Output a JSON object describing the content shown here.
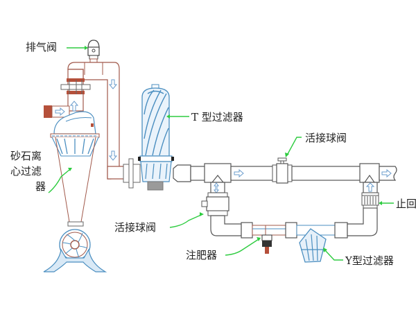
{
  "diagram": {
    "labels": {
      "air_valve": "排气阀",
      "sand_filter_line1": "砂石离",
      "sand_filter_line2": "心过滤",
      "sand_filter_line3": "器",
      "t_filter": "T 型过滤器",
      "union_ball_valve_top": "活接球阀",
      "union_ball_valve_bottom": "活接球阀",
      "check_valve": "止回",
      "fertilizer_injector": "注肥器",
      "y_filter": "Y型过滤器"
    },
    "colors": {
      "pointer": "#2ecc40",
      "pipe_outline": "#555555",
      "red_pipe_outline": "#a0584a",
      "flange_red": "#b5503a",
      "filter_blue": "#4a8ec0",
      "flow_arrow": "#6a9ccc"
    }
  }
}
